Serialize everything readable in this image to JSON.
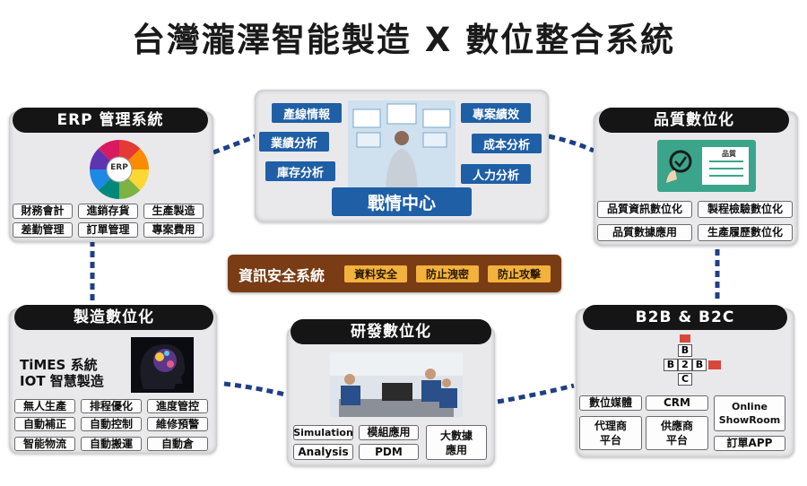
{
  "title": "台灣瀧澤智能製造 X 數位整合系統",
  "war_room": {
    "label": "戰情中心",
    "left_tags": [
      "產線情報",
      "業績分析",
      "庫存分析"
    ],
    "right_tags": [
      "專案績效",
      "成本分析",
      "人力分析"
    ]
  },
  "erp": {
    "title": "ERP 管理系統",
    "wheel_label": "ERP",
    "tags": [
      "財務會計",
      "進銷存貨",
      "生產製造",
      "差勤管理",
      "訂單管理",
      "專案費用"
    ]
  },
  "quality": {
    "title": "品質數位化",
    "card_label": "品質",
    "tags": [
      "品質資訊數位化",
      "製程檢驗數位化",
      "品質數據應用",
      "生產履歷數位化"
    ]
  },
  "security": {
    "label": "資訊安全系統",
    "tags": [
      "資料安全",
      "防止洩密",
      "防止攻擊"
    ]
  },
  "manufacturing": {
    "title": "製造數位化",
    "line1": "TiMES 系統",
    "line2": "IOT 智慧製造",
    "tags": [
      "無人生產",
      "排程優化",
      "進度管控",
      "自動補正",
      "自動控制",
      "維修預警",
      "智能物流",
      "自動搬運",
      "自動倉"
    ]
  },
  "rd": {
    "title": "研發數位化",
    "tags": [
      "Simulation",
      "模組應用",
      "Analysis",
      "PDM",
      "大數據\n應用"
    ]
  },
  "b2b": {
    "title": "B2B & B2C",
    "tags": [
      "數位媒體",
      "CRM",
      "Online\nShowRoom",
      "代理商\n平台",
      "供應商\n平台",
      "訂單APP"
    ],
    "puzzle_letters": [
      "B",
      "B",
      "2",
      "B",
      "C"
    ]
  },
  "colors": {
    "header": "#151515",
    "blue_tag": "#1f5fa6",
    "security_bg": "#7a3c14",
    "orange_tag": "#f3b13d",
    "connector": "#1f3f86",
    "quality_card": "#3aa58a"
  }
}
